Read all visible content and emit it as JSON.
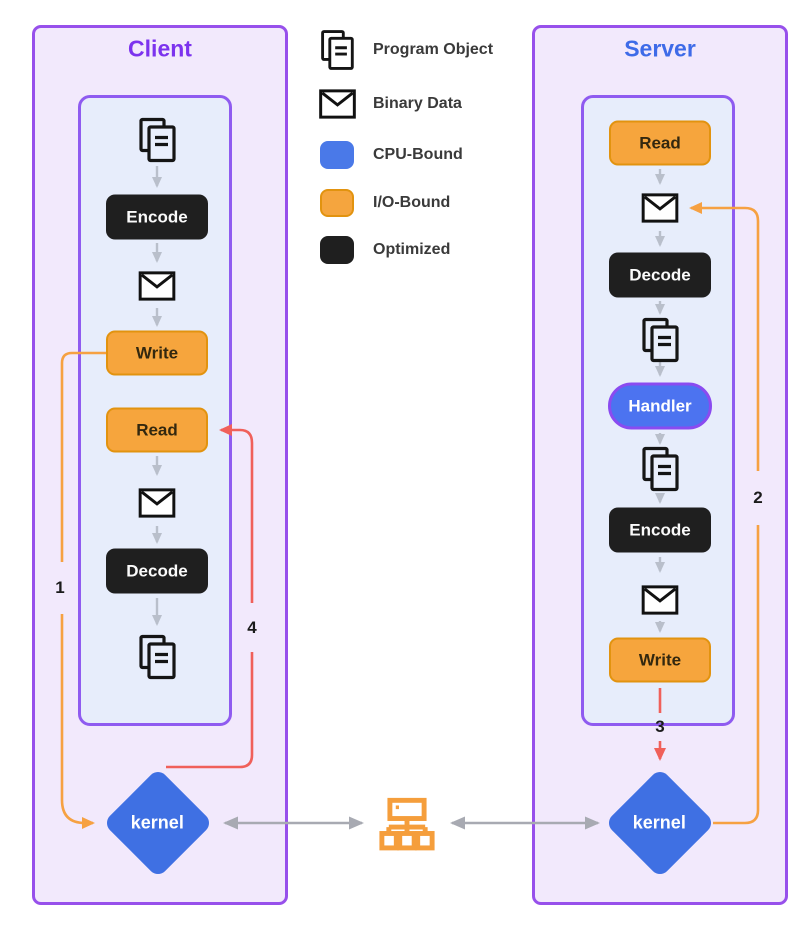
{
  "diagram": {
    "client": {
      "title": "Client",
      "nodes": {
        "encode": "Encode",
        "write": "Write",
        "read": "Read",
        "decode": "Decode",
        "kernel": "kernel"
      }
    },
    "server": {
      "title": "Server",
      "nodes": {
        "read": "Read",
        "decode": "Decode",
        "handler": "Handler",
        "encode": "Encode",
        "write": "Write",
        "kernel": "kernel"
      }
    },
    "legend": {
      "items": [
        {
          "icon": "program-object-icon",
          "label": "Program Object"
        },
        {
          "icon": "binary-data-icon",
          "label": "Binary Data"
        },
        {
          "icon": "cpu-bound-swatch",
          "label": "CPU-Bound",
          "color": "#4A79E8"
        },
        {
          "icon": "io-bound-swatch",
          "label": "I/O-Bound",
          "color": "#F5A53E"
        },
        {
          "icon": "optimized-swatch",
          "label": "Optimized",
          "color": "#1F1F1F"
        }
      ]
    },
    "step_labels": {
      "one": "1",
      "two": "2",
      "three": "3",
      "four": "4"
    },
    "colors": {
      "client_title": "#7C33EE",
      "server_title": "#3E6BE8",
      "panel_border": "#9750EB",
      "panel_bg": "#F2E9FC",
      "inner_panel_bg": "#E7EDFB",
      "cpu_bound_blue": "#4A79E8",
      "io_bound_orange": "#F5A53E",
      "optimized_black": "#1F1F1F",
      "kernel_fill": "#3F70E3",
      "handler_fill": "#4C73F0",
      "handler_border": "#8A4BF0",
      "line_orange": "#F6A142",
      "line_red": "#F0605A",
      "flow_arrow_gray": "#B9BFCB",
      "network_icon_orange": "#F59E3C"
    }
  }
}
